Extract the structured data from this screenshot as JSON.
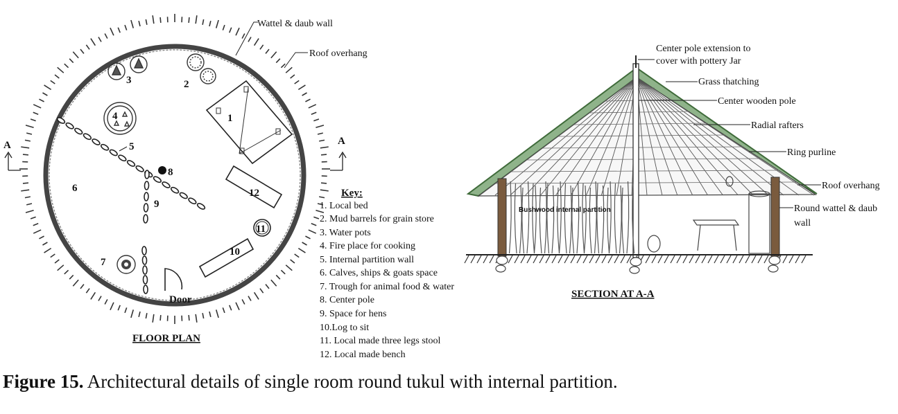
{
  "floor_plan": {
    "title": "FLOOR PLAN",
    "wall_label": "Wattel & daub wall",
    "roof_label": "Roof overhang",
    "section_marker": "A",
    "door_label": "Door",
    "item_numbers": [
      "1",
      "2",
      "3",
      "4",
      "5",
      "6",
      "7",
      "8",
      "9",
      "10",
      "11",
      "12"
    ]
  },
  "key": {
    "title": "Key:",
    "items": [
      "1. Local bed",
      "2. Mud barrels for grain store",
      "3. Water pots",
      "4. Fire place for cooking",
      "5. Internal partition wall",
      "6. Calves, ships & goats space",
      "7. Trough for animal food & water",
      "8. Center pole",
      "9. Space for hens",
      "10.Log to sit",
      "11. Local made three legs stool",
      "12. Local made bench"
    ]
  },
  "section": {
    "title": "SECTION AT A-A",
    "labels": {
      "center_pole_ext_1": "Center pole extension to",
      "center_pole_ext_2": "cover with pottery Jar",
      "grass": "Grass thatching",
      "pole": "Center wooden pole",
      "rafters": "Radial rafters",
      "purline": "Ring purline",
      "overhang": "Roof overhang",
      "wall_1": "Round wattel & daub",
      "wall_2": "wall",
      "partition": "Bushwood internal partition"
    }
  },
  "caption": {
    "label": "Figure 15.",
    "text": " Architectural details of single room round tukul with internal partition."
  }
}
